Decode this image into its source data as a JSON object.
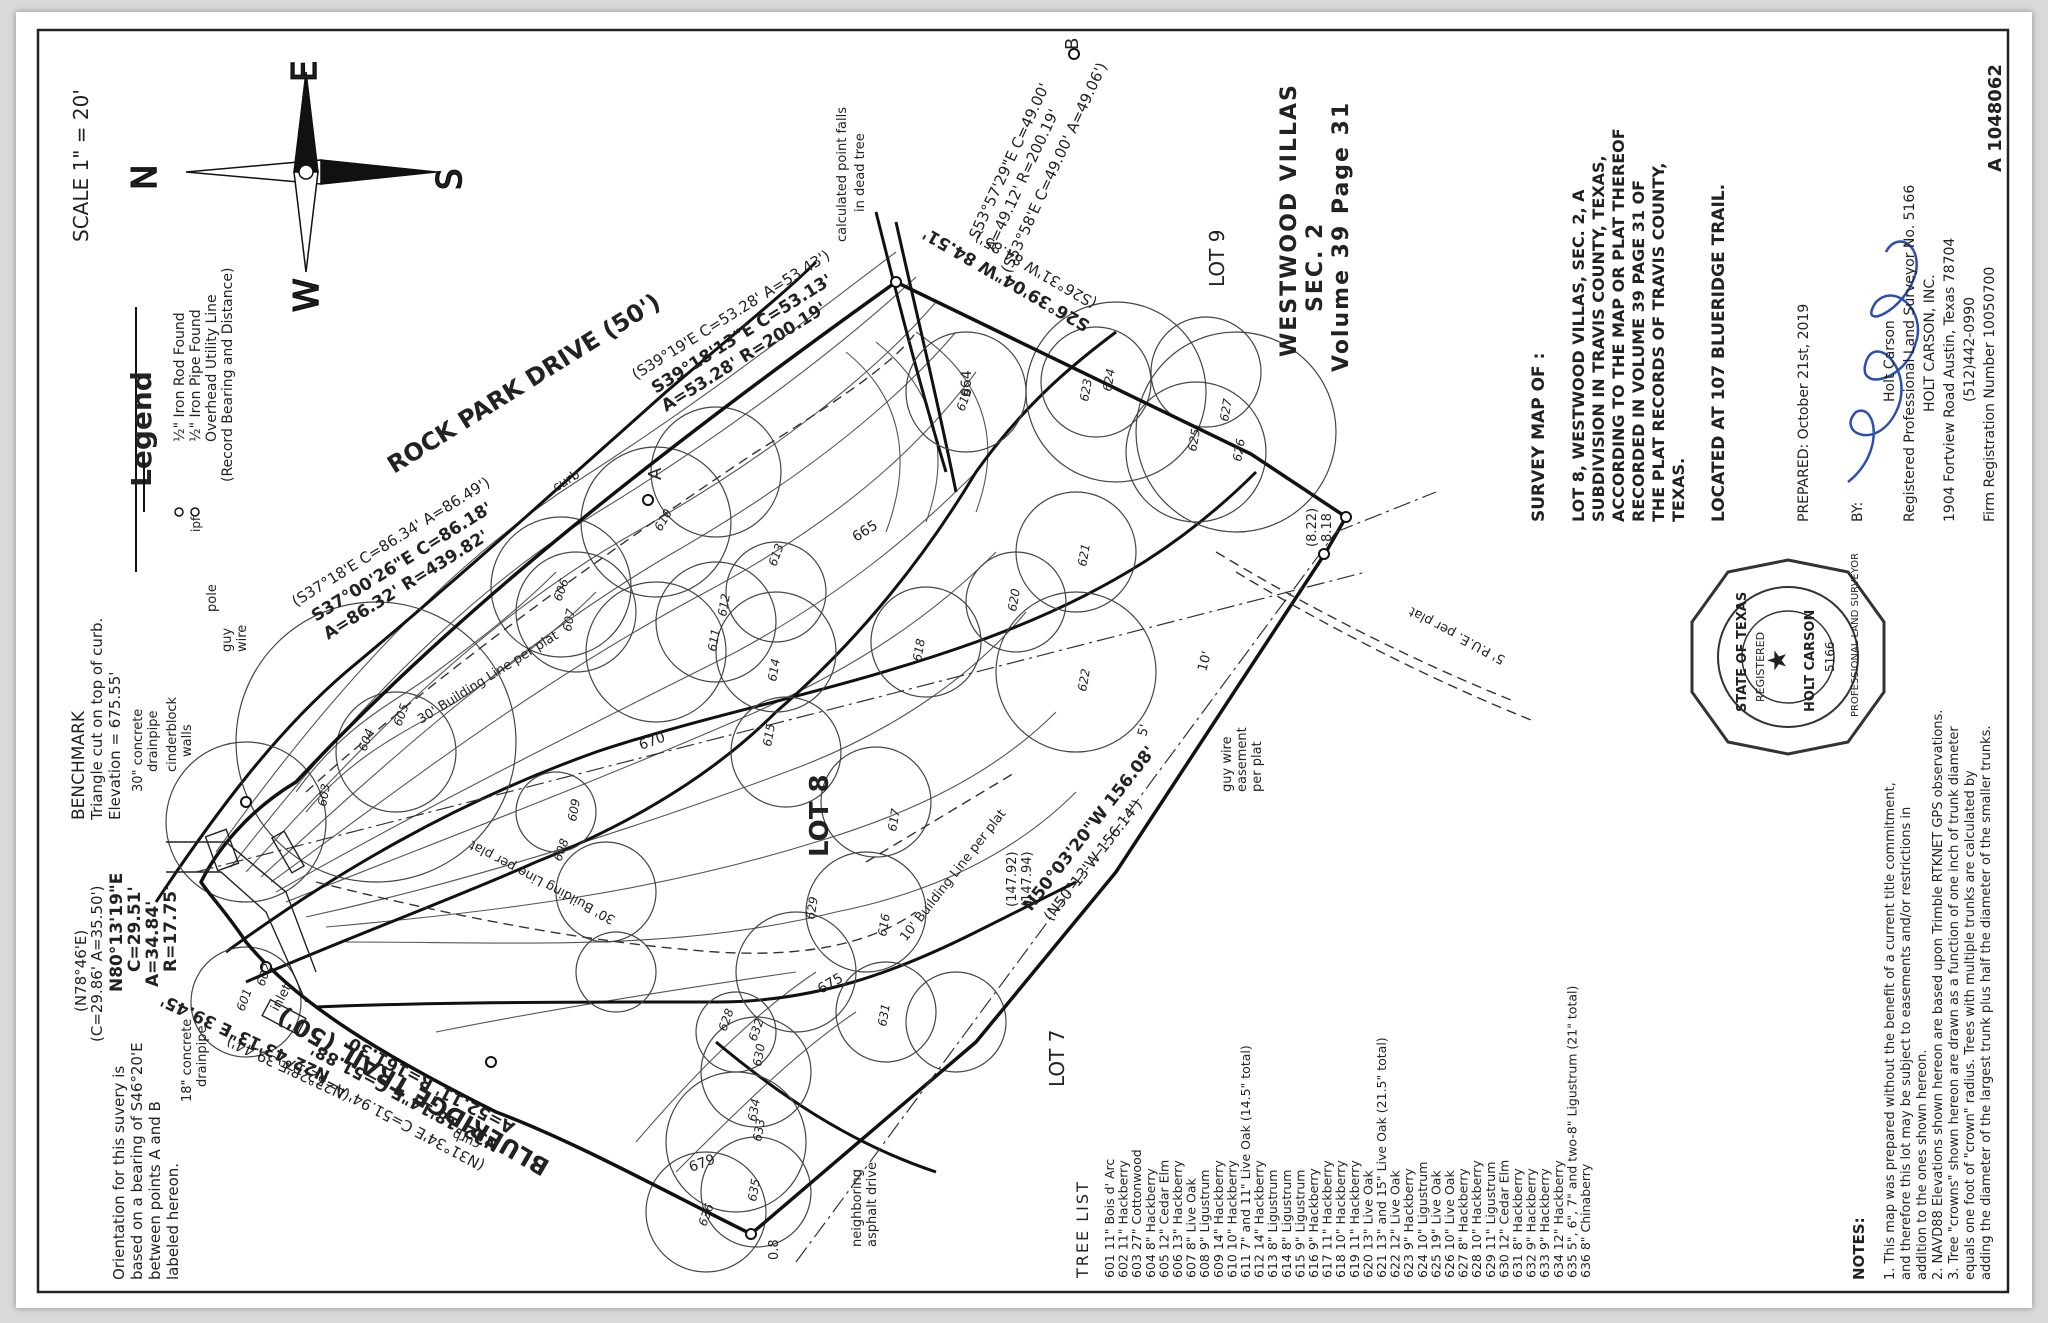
{
  "scale": "SCALE 1\" = 20'",
  "compass": {
    "n": "N",
    "e": "E",
    "s": "S",
    "w": "W"
  },
  "legend": {
    "title": "Legend",
    "items": [
      "½\" Iron Rod Found",
      "½\" Iron Pipe Found",
      "Overhead Utility Line",
      "(Record Bearing and Distance)"
    ],
    "symbol_ipf": "ipf"
  },
  "streets": {
    "rock_park": "ROCK PARK DRIVE  (50')",
    "blueridge": "BLUERIDGE TRAIL  (50')"
  },
  "lots": {
    "lot8": "LOT 8",
    "lot7": "LOT 7",
    "lot9": "LOT 9"
  },
  "subdivision": [
    "WESTWOOD VILLAS",
    "SEC. 2",
    "Volume 39  Page 31"
  ],
  "survey": {
    "heading": "SURVEY MAP OF :",
    "lines": [
      "LOT 8, WESTWOOD VILLAS, SEC. 2, A",
      "SUBDIVISION IN TRAVIS COUNTY, TEXAS,",
      "ACCORDING TO THE MAP OR PLAT THEREOF",
      "RECORDED IN VOLUME 39 PAGE 31 OF",
      "THE PLAT RECORDS OF TRAVIS COUNTY,",
      "TEXAS."
    ],
    "located": "LOCATED AT 107 BLUERIDGE TRAIL."
  },
  "prepared": "PREPARED: October 21st, 2019",
  "by": "BY:",
  "surveyor": [
    "Holt Carson",
    "Registered Professional Land Surveyor No. 5166",
    "HOLT CARSON, INC.",
    "1904 Fortview Road Austin, Texas 78704",
    "(512)442-0990",
    "Firm  Registration Number 10050700"
  ],
  "doc_number": "A   1048062",
  "seal": {
    "top": "STATE OF TEXAS",
    "name": "HOLT CARSON",
    "number": "5166",
    "bottom": "PROFESSIONAL LAND SURVEYOR",
    "registered": "REGISTERED"
  },
  "notes": {
    "heading": "NOTES:",
    "lines": [
      "1. This map was prepared without the benefit of a current title commitment,",
      "and therefore this lot may be subject to easements and/or restrictions in",
      "addition to the ones shown hereon.",
      "2. NAVD88 Elevations shown hereon are based upon Trimble RTKNET GPS observations.",
      "3. Tree \"crowns\" shown hereon are drawn as a function of one inch of trunk diameter",
      "equals one foot of \"crown\" radius. Trees with multiple trunks are calculated by",
      "adding the diameter of the largest trunk plus half the diameter of the smaller trunks."
    ]
  },
  "tree_list": {
    "heading": "TREE  LIST",
    "rows": [
      "601  11\" Bois d' Arc",
      "602  11\" Hackberry",
      "603  27\" Cottonwood",
      "604   8\" Hackberry",
      "605  12\" Cedar Elm",
      "606  13\" Hackberry",
      "607   8\" Live Oak",
      "608   9\" Ligustrum",
      "609  14\" Hackberry",
      "610  10\" Hackberry",
      "611   7\" and 11\" Live Oak (14.5\" total)",
      "612  14\" Hackberry",
      "613   8\" Ligustrum",
      "614   8\" Ligustrum",
      "615   9\" Ligustrum",
      "616   9\" Hackberry",
      "617  11\" Hackberry",
      "618  10\" Hackberry",
      "619  11\" Hackberry",
      "620  13\" Live Oak",
      "621  13\" and 15\" Live Oak (21.5\" total)",
      "622  12\" Live Oak",
      "623   9\" Hackberry",
      "624  10\" Ligustrum",
      "625  19\" Live Oak",
      "626  10\" Live Oak",
      "627   8\" Hackberry",
      "628  10\" Hackberry",
      "629  11\" Ligustrum",
      "630  12\" Cedar Elm",
      "631   8\" Hackberry",
      "632   9\" Hackberry",
      "633   9\" Hackberry",
      "634  12\" Hackberry",
      "635   5\", 6\", 7\" and two-8\" Ligustrum (21\" total)",
      "636   8\" Chinaberry"
    ]
  },
  "benchmark": {
    "title": "BENCHMARK",
    "lines": [
      "Triangle cut on top of curb.",
      "Elevation = 675.55'"
    ]
  },
  "orientation": [
    "Orientation for this suvery is",
    "based on a bearing of S46°20'E",
    "between points A and B",
    "labeled hereon."
  ],
  "courses": {
    "rock_park_record": "(S37°18'E C=86.34' A=86.49')",
    "rock_park_1": "S37°00'26\"E C=86.18'",
    "rock_park_2": "A=86.32' R=439.82'",
    "top_record": "(S39°19'E C=53.28' A=53.43')",
    "top_1": "S39°18'13\"E C=53.13'",
    "top_2": "A=53.28' R=200.19'",
    "corner_1": "S53°57'29\"E C=49.00'",
    "corner_2": "A=49.12' R=200.19'",
    "corner_record": "(S53°58'E C=49.00' A=49.06')",
    "east_1": "S26°39'04\"W  84.51'",
    "east_record": "(S26°31'W  84.85')",
    "south_1": "N50°03'20\"W  156.08'",
    "south_record": "(N50°13'W  156.14')",
    "b_1": "N32°18'14\"E C=51.88'",
    "b_2": "A=52.11' R=161.30'",
    "b_record": "(N31°34'E C=51.94' A=52.17')",
    "b_straight": "N22°43'13\"E 39.45'",
    "b_straight_record": "(N22°28'E 39.44')",
    "w_record": "(N78°46'E)",
    "w_record2": "(C=29.86' A=35.50')",
    "w_1": "N80°13'19\"E",
    "w_2": "C=29.51'",
    "w_3": "A=34.84'",
    "w_4": "R=17.75'"
  },
  "labels": {
    "calc_point": [
      "calculated point falls",
      "in dead tree"
    ],
    "curb": "curb",
    "pole": "pole",
    "guy_wire": [
      "guy",
      "wire"
    ],
    "guy_easement": [
      "guy wire",
      "easement",
      "per plat"
    ],
    "concrete_30": [
      "30\" concrete",
      "drainpipe"
    ],
    "cinderblock": [
      "cinderblock",
      "walls"
    ],
    "concrete_18": [
      "18\" concrete",
      "drainpipe"
    ],
    "inlet": "inlet",
    "asphalt": [
      "neighboring",
      "asphalt drive"
    ],
    "bl30_a": "30' Building Line per plat",
    "bl30_b": "30' Building Line per plat",
    "bl10": "10' Building Line per plat",
    "pue": "5' P.U.E. per plat",
    "ten": "10'",
    "five": "5'",
    "pt_a": "A",
    "pt_b": "B",
    "ipf": "ipf",
    "dim_147": "(147.92)",
    "dim_147b": "(147.94)",
    "dim_8": "(8.22)",
    "dim_8b": "8.18",
    "dim_08": "0.8"
  },
  "contours": [
    "664",
    "665",
    "670",
    "675",
    "679"
  ],
  "tree_ids": [
    "601",
    "602",
    "603",
    "604",
    "605",
    "606",
    "607",
    "608",
    "609",
    "610",
    "611",
    "612",
    "613",
    "614",
    "615",
    "616",
    "617",
    "618",
    "619",
    "620",
    "621",
    "622",
    "623",
    "624",
    "625",
    "626",
    "627",
    "628",
    "629",
    "630",
    "631",
    "632",
    "633",
    "634",
    "635",
    "636"
  ]
}
